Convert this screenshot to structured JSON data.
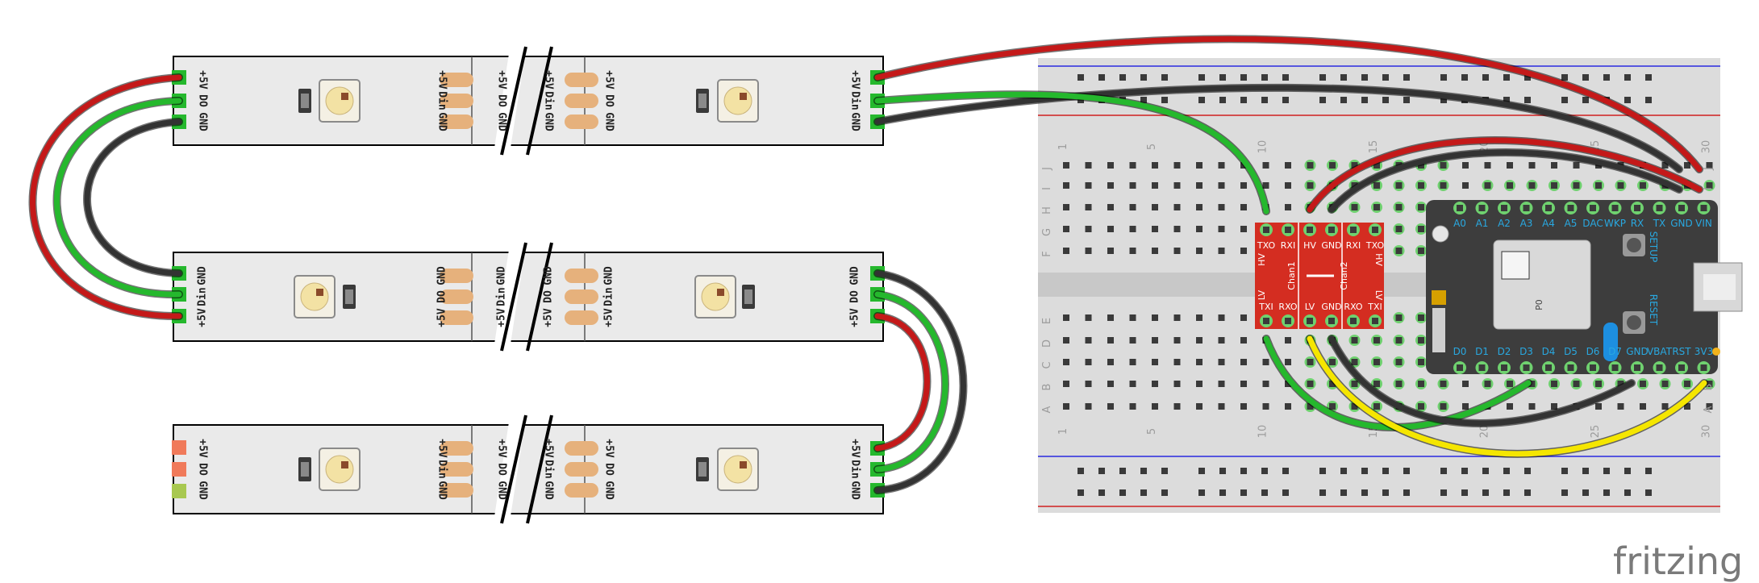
{
  "strip_labels": {
    "plus5v": "+5V",
    "din": "Din",
    "do": "DO",
    "gnd": "GND"
  },
  "shifter": {
    "channels": [
      "Chan1",
      "Chan2"
    ],
    "top_pins": [
      "TXO",
      "RXI",
      "HV",
      "GND",
      "RXI",
      "TXO"
    ],
    "bottom_pins": [
      "TXI",
      "RXO",
      "LV",
      "GND",
      "RXO",
      "TXI"
    ],
    "side_labels": [
      "HV",
      "LV"
    ]
  },
  "photon": {
    "top_pins": [
      "A0",
      "A1",
      "A2",
      "A3",
      "A4",
      "A5",
      "DAC",
      "WKP",
      "RX",
      "TX",
      "GND",
      "VIN"
    ],
    "bottom_pins": [
      "D0",
      "D1",
      "D2",
      "D3",
      "D4",
      "D5",
      "D6",
      "D7",
      "GND",
      "VBAT",
      "RST",
      "3V3"
    ],
    "buttons": [
      "SETUP",
      "RESET"
    ],
    "module_label": "P0"
  },
  "breadboard": {
    "col_numbers": [
      "1",
      "5",
      "10",
      "15",
      "20",
      "25",
      "30"
    ],
    "row_letters_top": [
      "J",
      "I",
      "H",
      "G",
      "F"
    ],
    "row_letters_bottom": [
      "E",
      "D",
      "C",
      "B",
      "A"
    ]
  },
  "colors": {
    "red": "#c41919",
    "green": "#25b82d",
    "black": "#333333",
    "yellow": "#f5e600",
    "blue": "#2a8cdc",
    "shifter": "#d42d21",
    "photon": "#3d3d3d"
  },
  "watermark": "fritzing"
}
